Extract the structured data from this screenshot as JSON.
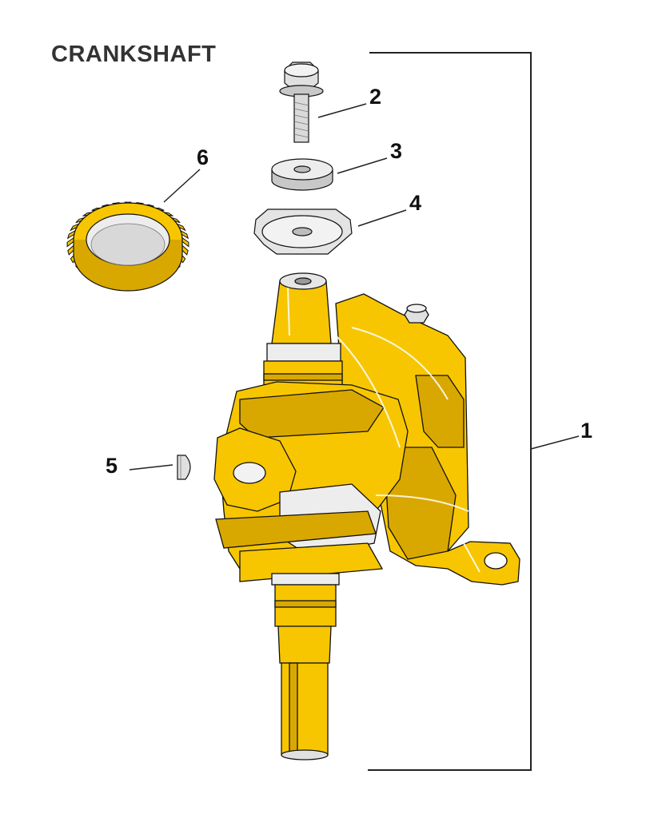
{
  "diagram": {
    "title": "CRANKSHAFT",
    "callouts": [
      {
        "id": "1",
        "label": "1"
      },
      {
        "id": "2",
        "label": "2"
      },
      {
        "id": "3",
        "label": "3"
      },
      {
        "id": "4",
        "label": "4"
      },
      {
        "id": "5",
        "label": "5"
      },
      {
        "id": "6",
        "label": "6"
      }
    ],
    "colors": {
      "part_fill": "#F7C600",
      "part_shade": "#D9A800",
      "part_dark": "#B88E00",
      "metal_light": "#EDEDED",
      "metal_mid": "#C8C8C8",
      "outline": "#111111",
      "bracket": "#222222"
    }
  }
}
